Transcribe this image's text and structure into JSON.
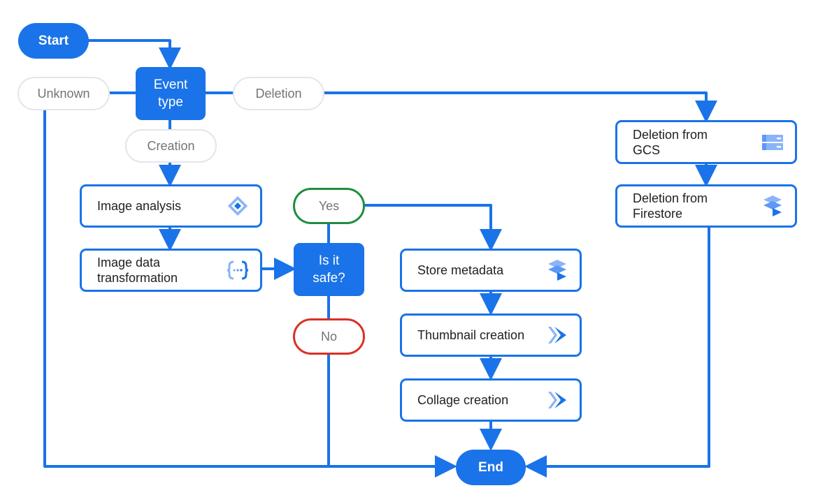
{
  "nodes": {
    "start": "Start",
    "event_type": "Event\ntype",
    "unknown": "Unknown",
    "deletion": "Deletion",
    "creation": "Creation",
    "image_analysis": "Image analysis",
    "image_data_transformation": "Image data\ntransformation",
    "is_it_safe": "Is it\nsafe?",
    "yes": "Yes",
    "no": "No",
    "store_metadata": "Store metadata",
    "thumbnail_creation": "Thumbnail creation",
    "collage_creation": "Collage creation",
    "deletion_from_gcs": "Deletion from\nGCS",
    "deletion_from_firestore": "Deletion from\nFirestore",
    "end": "End"
  },
  "icons": {
    "image_analysis": "vision-ai-icon",
    "image_data_transformation": "workflows-icon",
    "store_metadata": "firestore-icon",
    "thumbnail_creation": "cloud-run-icon",
    "collage_creation": "cloud-run-icon",
    "deletion_from_gcs": "cloud-storage-icon",
    "deletion_from_firestore": "firestore-icon"
  },
  "colors": {
    "primary": "#1a73e8",
    "yes_border": "#1e8e3e",
    "no_border": "#d93025",
    "ghost_border": "#e3e6ea",
    "ghost_text": "#70757a"
  }
}
